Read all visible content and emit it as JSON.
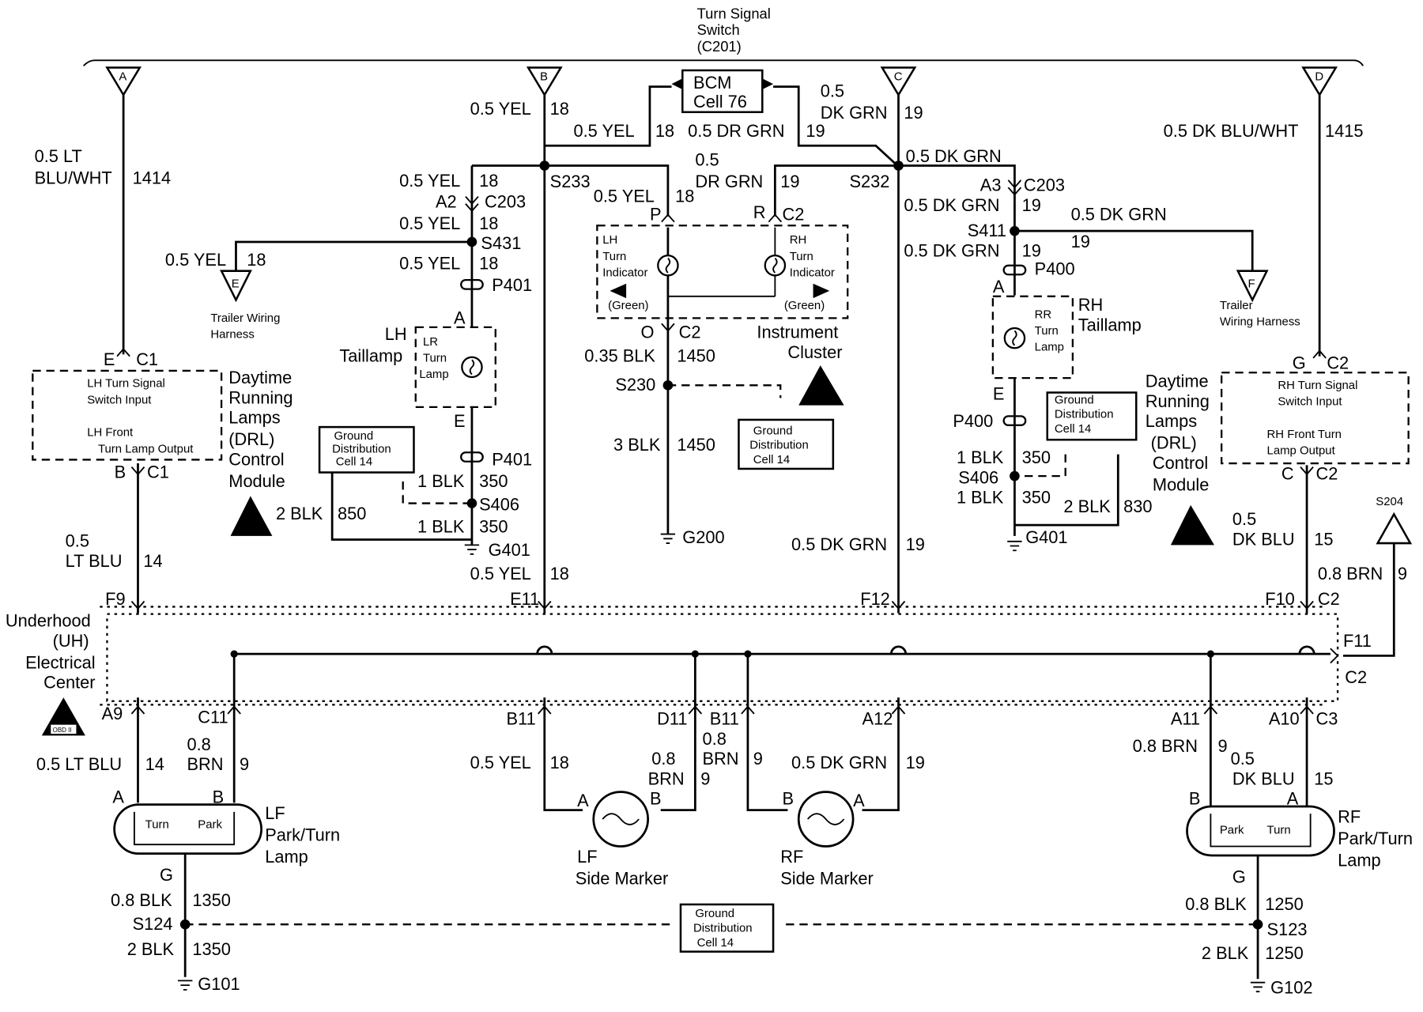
{
  "header": {
    "l1": "Turn Signal",
    "l2": "Switch",
    "l3": "(C201)"
  },
  "flags": {
    "a": "A",
    "b": "B",
    "c": "C",
    "d": "D",
    "e": "E",
    "f": "F",
    "s204": "S204"
  },
  "bcm": {
    "l1": "BCM",
    "l2": "Cell 76"
  },
  "wires": {
    "yel": "0.5 YEL",
    "c18": "18",
    "drgrn": "0.5 DR GRN",
    "c19": "19",
    "dkgrn_a": "0.5",
    "dkgrn_b": "DK GRN",
    "dkgrn": "0.5 DK GRN",
    "drgrn_a": "0.5",
    "drgrn_b": "DR GRN",
    "ltbluwht_a": "0.5 LT",
    "ltbluwht_b": "BLU/WHT",
    "c1414": "1414",
    "dkbluwht": "0.5 DK BLU/WHT",
    "c1415": "1415",
    "blk035": "0.35 BLK",
    "c1450": "1450",
    "blk3": "3 BLK",
    "blk1": "1 BLK",
    "c350": "350",
    "blk2": "2 BLK",
    "c850": "850",
    "c830": "830",
    "ltblu_a": "0.5",
    "ltblu_b": "LT BLU",
    "c14": "14",
    "ltblu": "0.5 LT BLU",
    "dkblu_a": "0.5",
    "dkblu_b": "DK BLU",
    "c15": "15",
    "brn": "0.8 BRN",
    "c9": "9",
    "brn_a": "0.8",
    "brn_b": "BRN",
    "blk08": "0.8 BLK",
    "c1350": "1350",
    "c1250": "1250"
  },
  "splices": {
    "s233": "S233",
    "s232": "S232",
    "s431": "S431",
    "s411": "S411",
    "s230": "S230",
    "s406": "S406",
    "s124": "S124",
    "s123": "S123"
  },
  "connectors": {
    "c203": "C203",
    "a2": "A2",
    "a3": "A3",
    "p401": "P401",
    "p400": "P400",
    "p": "P",
    "r": "R",
    "c2": "C2",
    "o": "O",
    "c1": "C1",
    "c3": "C3",
    "pinA": "A",
    "pinB": "B",
    "pinC": "C",
    "pinE": "E",
    "pinG": "G",
    "f9": "F9",
    "e11": "E11",
    "f12": "F12",
    "f10": "F10",
    "f11": "F11",
    "a9": "A9",
    "c11": "C11",
    "b11": "B11",
    "d11": "D11",
    "a12": "A12",
    "a11": "A11",
    "a10": "A10"
  },
  "grounds": {
    "g401": "G401",
    "g200": "G200",
    "g101": "G101",
    "g102": "G102"
  },
  "trailer": {
    "l1": "Trailer Wiring",
    "l2": "Harness",
    "r1": "Trailer",
    "r2": "Wiring Harness"
  },
  "lh_tail": {
    "l1": "LH",
    "l2": "Taillamp",
    "i1": "LR",
    "i2": "Turn",
    "i3": "Lamp"
  },
  "rh_tail": {
    "l1": "RH",
    "l2": "Taillamp",
    "i1": "RR",
    "i2": "Turn",
    "i3": "Lamp"
  },
  "cluster": {
    "lh1": "LH",
    "lh2": "Turn",
    "lh3": "Indicator",
    "rh1": "RH",
    "rh2": "Turn",
    "rh3": "Indicator",
    "green": "(Green)",
    "n1": "Instrument",
    "n2": "Cluster"
  },
  "drl": {
    "lh1": "LH Turn Signal",
    "lh2": "Switch Input",
    "lh3": "LH Front",
    "lh4": "Turn Lamp Output",
    "rh1": "RH Turn Signal",
    "rh2": "Switch Input",
    "rh3": "RH Front Turn",
    "rh4": "Lamp Output",
    "n1": "Daytime",
    "n2": "Running",
    "n3": "Lamps",
    "n4": "(DRL)",
    "n5": "Control",
    "n6": "Module"
  },
  "gd": {
    "l1": "Ground",
    "l2": "Distribution",
    "l3": "Cell 14"
  },
  "uh": {
    "l1": "Underhood",
    "l2": "(UH)",
    "l3": "Electrical",
    "l4": "Center",
    "obd": "OBD II"
  },
  "lamps": {
    "turn": "Turn",
    "park": "Park",
    "lf1": "LF",
    "lf2": "Park/Turn",
    "lf3": "Lamp",
    "rf1": "RF",
    "rf2": "Park/Turn",
    "rf3": "Lamp",
    "lfs1": "LF",
    "lfs2": "Side Marker",
    "rfs1": "RF",
    "rfs2": "Side Marker"
  }
}
